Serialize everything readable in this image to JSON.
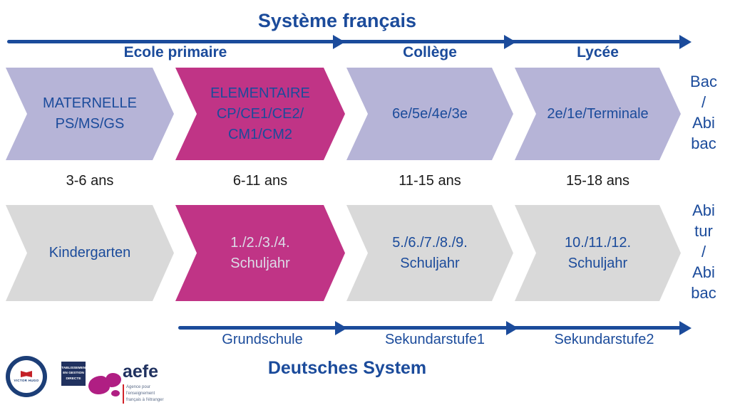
{
  "colors": {
    "blue": "#1b4b9b",
    "lavender": "#b6b4d7",
    "magenta": "#c03486",
    "gray": "#d9d9d9",
    "navy": "#20315f",
    "red": "#d2232a"
  },
  "french": {
    "title": "Système français",
    "sections": [
      "Ecole primaire",
      "Collège",
      "Lycée"
    ],
    "stages": [
      {
        "text": "MATERNELLE\nPS/MS/GS"
      },
      {
        "text": "ELEMENTAIRE\nCP/CE1/CE2/\nCM1/CM2"
      },
      {
        "text": "6e/5e/4e/3e"
      },
      {
        "text": "2e/1e/Terminale"
      }
    ],
    "diploma": "Bac\n/\nAbi\nbac"
  },
  "ages": [
    "3-6 ans",
    "6-11 ans",
    "11-15 ans",
    "15-18 ans"
  ],
  "german": {
    "title": "Deutsches System",
    "sections": [
      "Grundschule",
      "Sekundarstufe1",
      "Sekundarstufe2"
    ],
    "stages": [
      {
        "text": "Kindergarten"
      },
      {
        "text": "1./2./3./4.\nSchuljahr"
      },
      {
        "text": "5./6./7./8./9.\nSchuljahr"
      },
      {
        "text": "10./11./12.\nSchuljahr"
      }
    ],
    "diploma": "Abi\ntur\n/\nAbi\nbac"
  },
  "logos": {
    "school": "VICTOR HUGO",
    "egd_badge": "Établissement en gestion directe",
    "aefe": "aefe",
    "aefe_tagline": "Agence pour l'enseignement français à l'étranger"
  }
}
